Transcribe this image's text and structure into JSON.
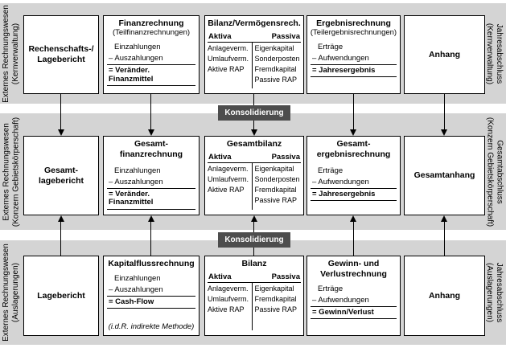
{
  "consolidation": {
    "label": "Konsolidierung",
    "badge_color": "#4d4d4d"
  },
  "colors": {
    "band_background": "#d4d4d4",
    "box_background": "#ffffff",
    "line": "#000000"
  },
  "bands": {
    "top": {
      "left_label": {
        "main": "Externes Rechnungswesen",
        "sub": "(Kernverwaltung)"
      },
      "right_label": {
        "main": "Jahresabschluss",
        "sub": "(Kernverwaltung)"
      },
      "boxes": {
        "report": {
          "title": "Rechenschafts-/ Lagebericht"
        },
        "finance": {
          "title": "Finanzrechnung",
          "subtitle": "(Teilfinanzrechnungen)",
          "plus": "Einzahlungen",
          "minus": "– Auszahlungen",
          "equals": "= Veränder. Finanzmittel"
        },
        "balance": {
          "title": "Bilanz/Vermögensrech.",
          "aktiva_header": "Aktiva",
          "passiva_header": "Passiva",
          "aktiva": [
            "Anlageverm.",
            "Umlaufverm.",
            "Aktive RAP"
          ],
          "passiva": [
            "Eigenkapital",
            "Sonderposten",
            "Fremdkapital",
            "Passive RAP"
          ]
        },
        "result": {
          "title": "Ergebnisrechnung",
          "subtitle": "(Teilergebnisrechnungen)",
          "plus": "Erträge",
          "minus": "– Aufwendungen",
          "equals": "= Jahresergebnis"
        },
        "annex": {
          "title": "Anhang"
        }
      }
    },
    "middle": {
      "left_label": {
        "main": "Externes Rechnungswesen",
        "sub": "(Konzern Gebietskörperschaft)"
      },
      "right_label": {
        "main": "Gesamtabschluss",
        "sub": "(Konzern Gebietskörperschaft)"
      },
      "boxes": {
        "report": {
          "title": "Gesamt-lagebericht"
        },
        "finance": {
          "title": "Gesamt-finanzrechnung",
          "plus": "Einzahlungen",
          "minus": "– Auszahlungen",
          "equals": "= Veränder. Finanzmittel"
        },
        "balance": {
          "title": "Gesamtbilanz",
          "aktiva_header": "Aktiva",
          "passiva_header": "Passiva",
          "aktiva": [
            "Anlageverm.",
            "Umlaufverm.",
            "Aktive RAP"
          ],
          "passiva": [
            "Eigenkapital",
            "Sonderposten",
            "Fremdkapital",
            "Passive RAP"
          ]
        },
        "result": {
          "title": "Gesamt-ergebnisrechnung",
          "plus": "Erträge",
          "minus": "– Aufwendungen",
          "equals": "= Jahresergebnis"
        },
        "annex": {
          "title": "Gesamtanhang"
        }
      }
    },
    "bottom": {
      "left_label": {
        "main": "Externes Rechnungswesen",
        "sub": "(Auslagerungen)"
      },
      "right_label": {
        "main": "Jahresabschluss",
        "sub": "(Auslagerungen)"
      },
      "boxes": {
        "report": {
          "title": "Lagebericht"
        },
        "finance": {
          "title": "Kapitalflussrechnung",
          "plus": "Einzahlungen",
          "minus": "– Auszahlungen",
          "equals": "= Cash-Flow",
          "note": "(i.d.R. indirekte Methode)"
        },
        "balance": {
          "title": "Bilanz",
          "aktiva_header": "Aktiva",
          "passiva_header": "Passiva",
          "aktiva": [
            "Anlageverm.",
            "Umlaufverm.",
            "Aktive RAP"
          ],
          "passiva": [
            "Eigenkapital",
            "Fremdkapital",
            "Passive RAP"
          ]
        },
        "result": {
          "title": "Gewinn- und Verlustrechnung",
          "plus": "Erträge",
          "minus": "– Aufwendungen",
          "equals": "= Gewinn/Verlust"
        },
        "annex": {
          "title": "Anhang"
        }
      }
    }
  }
}
